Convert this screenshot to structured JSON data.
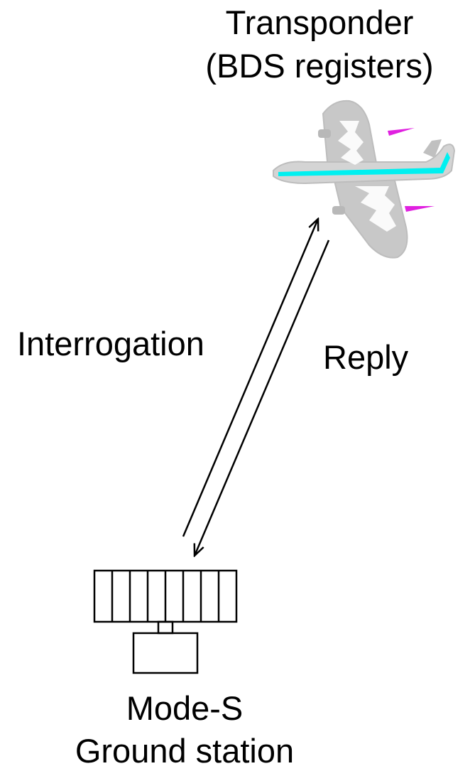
{
  "transponder": {
    "title": "Transponder",
    "subtitle": "(BDS registers)"
  },
  "links": {
    "interrogation": "Interrogation",
    "reply": "Reply"
  },
  "ground_station": {
    "title": "Mode-S",
    "subtitle": "Ground station"
  },
  "icons": {
    "aircraft": "aircraft-icon",
    "antenna": "antenna-array-icon",
    "receiver": "receiver-box-icon"
  },
  "colors": {
    "aircraft_body": "#c8c8c8",
    "aircraft_stripe": "#00f0f0",
    "aircraft_exhaust": "#e020e0",
    "line": "#000000"
  }
}
